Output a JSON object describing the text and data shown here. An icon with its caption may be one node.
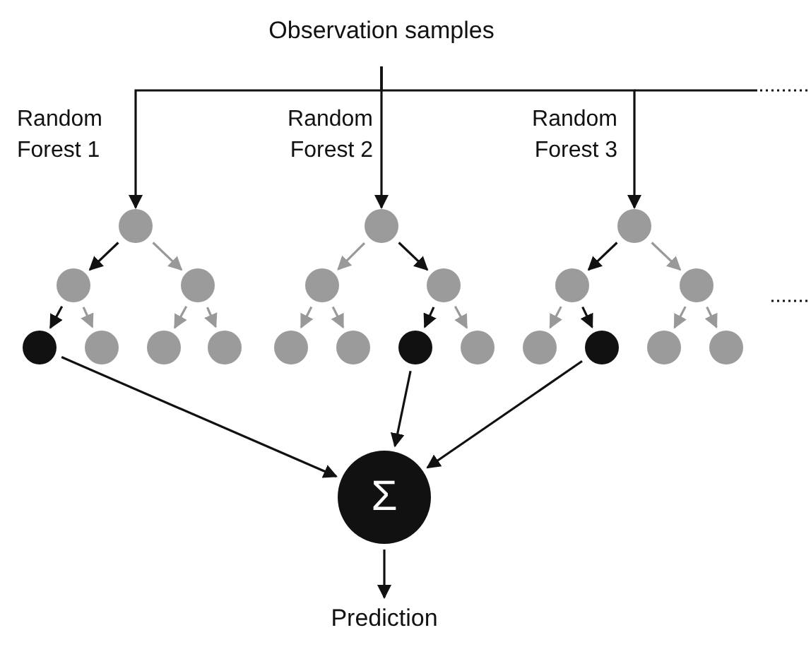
{
  "diagram": {
    "nodes": [
      {
        "text": [
          "Observation samples"
        ]
      },
      {
        "text": [],
        "shape": "circle"
      },
      {
        "text": [],
        "shape": "circle"
      },
      {
        "text": [],
        "shape": "circle"
      },
      {
        "text": [],
        "shape": "circle"
      },
      {
        "text": [],
        "shape": "circle"
      },
      {
        "text": [],
        "shape": "circle"
      },
      {
        "text": [],
        "shape": "circle"
      },
      {
        "text": [],
        "shape": "circle"
      },
      {
        "text": [],
        "shape": "circle"
      },
      {
        "text": [],
        "shape": "circle"
      },
      {
        "text": [],
        "shape": "circle"
      },
      {
        "text": [],
        "shape": "circle"
      },
      {
        "text": [],
        "shape": "circle"
      },
      {
        "text": [],
        "shape": "circle"
      },
      {
        "text": [],
        "shape": "circle"
      },
      {
        "text": [],
        "shape": "circle"
      },
      {
        "text": [],
        "shape": "circle"
      },
      {
        "text": [],
        "shape": "circle"
      },
      {
        "text": [],
        "shape": "circle"
      },
      {
        "text": [],
        "shape": "circle"
      },
      {
        "text": [],
        "shape": "circle"
      },
      {
        "text": [
          "Σ"
        ]
      },
      {
        "text": [
          "Prediction"
        ]
      }
    ],
    "edges": [
      {
        "from": 0,
        "to": 1,
        "arrow": "to"
      },
      {
        "from": 0,
        "to": 8,
        "arrow": "to"
      },
      {
        "from": 0,
        "to": 15,
        "arrow": "to"
      },
      {
        "from": 1,
        "to": 2,
        "arrow": "to"
      },
      {
        "from": 1,
        "to": 3,
        "arrow": "to",
        "color": "#999999"
      },
      {
        "from": 2,
        "to": 4,
        "arrow": "to"
      },
      {
        "from": 2,
        "to": 5,
        "arrow": "to",
        "color": "#999999"
      },
      {
        "from": 3,
        "to": 6,
        "arrow": "to",
        "color": "#999999"
      },
      {
        "from": 3,
        "to": 7,
        "arrow": "to",
        "color": "#999999"
      },
      {
        "from": 8,
        "to": 9,
        "arrow": "to",
        "color": "#999999"
      },
      {
        "from": 8,
        "to": 10,
        "arrow": "to"
      },
      {
        "from": 9,
        "to": 11,
        "arrow": "to",
        "color": "#999999"
      },
      {
        "from": 9,
        "to": 12,
        "arrow": "to",
        "color": "#999999"
      },
      {
        "from": 10,
        "to": 13,
        "arrow": "to"
      },
      {
        "from": 10,
        "to": 14,
        "arrow": "to",
        "color": "#999999"
      },
      {
        "from": 15,
        "to": 16,
        "arrow": "to"
      },
      {
        "from": 15,
        "to": 17,
        "arrow": "to",
        "color": "#999999"
      },
      {
        "from": 16,
        "to": 18,
        "arrow": "to",
        "color": "#999999"
      },
      {
        "from": 16,
        "to": 19,
        "arrow": "to"
      },
      {
        "from": 17,
        "to": 20,
        "arrow": "to",
        "color": "#999999"
      },
      {
        "from": 17,
        "to": 21,
        "arrow": "to",
        "color": "#999999"
      },
      {
        "from": 4,
        "to": 22,
        "arrow": "to"
      },
      {
        "from": 13,
        "to": 22,
        "arrow": "to"
      },
      {
        "from": 19,
        "to": 22,
        "arrow": "to"
      },
      {
        "from": 22,
        "to": 23,
        "arrow": "to"
      }
    ],
    "labels": [
      "Random Forest 1",
      "Random Forest 2",
      "Random Forest 3"
    ]
  }
}
